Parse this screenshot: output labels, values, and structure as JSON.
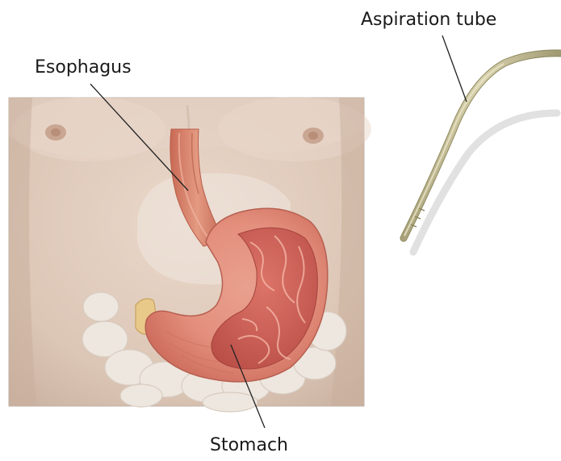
{
  "labels": {
    "aspiration_tube": "Aspiration tube",
    "esophagus": "Esophagus",
    "stomach": "Stomach"
  },
  "colors": {
    "skin": "#e2cfc0",
    "frame_border": "#bfb2a6",
    "esophagus": "#d9826a",
    "stomach": "#e8a08c",
    "stomach_inner": "#c9574f",
    "intestine": "#ece5dc",
    "pylorus": "#e8c98a",
    "tube": "#c7c19a",
    "tube_shadow": "#d8d8d8",
    "leader_line": "#222222"
  }
}
